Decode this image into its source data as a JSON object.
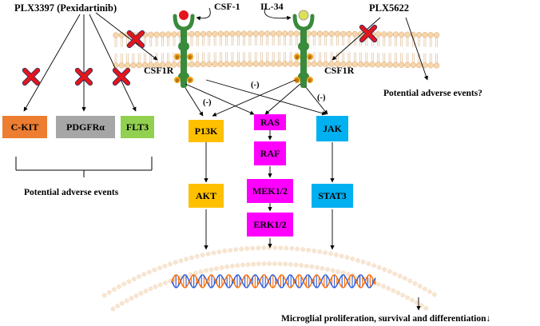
{
  "colors": {
    "receptor": "#3a8a3c",
    "csf1_ligand": "#e3161b",
    "il34_ligand": "#dde05a",
    "phospho": "#f2a01a",
    "inhibit_x": "#e3161b",
    "ckit": "#ed7d31",
    "pdgfr": "#a6a6a6",
    "flt3": "#92d050",
    "pi3k_akt": "#ffc000",
    "ras_erk": "#ff00ff",
    "jak_stat": "#00b0f0",
    "membrane_head": "#f6d6ad",
    "dna_strand_a": "#ff6a00",
    "dna_strand_b": "#2e5bd8"
  },
  "labels": {
    "plx3397": "PLX3397 (Pexidartinib)",
    "csf1": "CSF-1",
    "il34": "IL-34",
    "plx5622": "PLX5622",
    "csf1r_left": "CSF1R",
    "csf1r_right": "CSF1R",
    "potential_adverse_q": "Potential adverse events?",
    "potential_adverse": "Potential adverse events",
    "outcome": "Microglial proliferation, survival and differentiation↓",
    "neg1": "(-)",
    "neg2": "(-)",
    "neg3": "(-)",
    "p": "p"
  },
  "off_targets": [
    {
      "label": "C-KIT",
      "color_key": "ckit"
    },
    {
      "label": "PDGFRα",
      "color_key": "pdgfr"
    },
    {
      "label": "FLT3",
      "color_key": "flt3"
    }
  ],
  "pathways": {
    "pi3k": {
      "nodes": [
        "P13K",
        "AKT"
      ]
    },
    "ras": {
      "nodes": [
        "RAS",
        "RAF",
        "MEK1/2",
        "ERK1/2"
      ]
    },
    "jak": {
      "nodes": [
        "JAK",
        "STAT3"
      ]
    }
  }
}
